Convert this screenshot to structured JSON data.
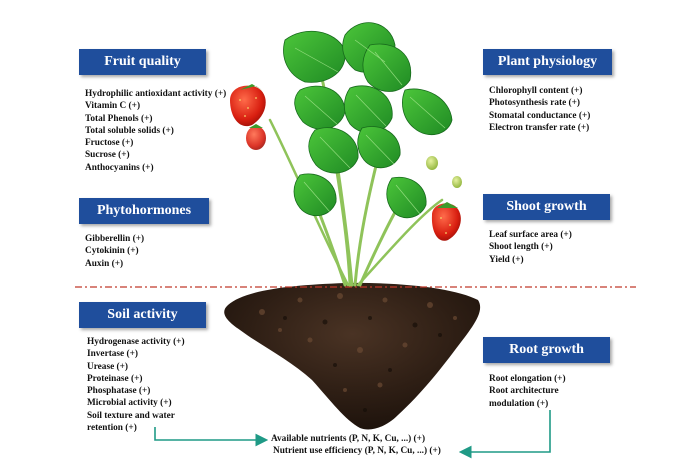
{
  "colors": {
    "box": "#1f4e9c",
    "arrow": "#1f9a86",
    "divider": "#c0392b"
  },
  "panels": {
    "fruit_quality": {
      "title": "Fruit quality",
      "items": [
        "Hydrophilic antioxidant activity (+)",
        "Vitamin C (+)",
        "Total Phenols (+)",
        "Total soluble solids (+)",
        "Fructose (+)",
        "Sucrose (+)",
        "Anthocyanins (+)"
      ]
    },
    "plant_physiology": {
      "title": "Plant physiology",
      "items": [
        "Chlorophyll content (+)",
        "Photosynthesis rate (+)",
        "Stomatal conductance (+)",
        "Electron transfer rate (+)"
      ]
    },
    "phytohormones": {
      "title": "Phytohormones",
      "items": [
        "Gibberellin (+)",
        "Cytokinin (+)",
        "Auxin (+)"
      ]
    },
    "shoot_growth": {
      "title": "Shoot growth",
      "items": [
        "Leaf surface area (+)",
        "Shoot length (+)",
        "Yield (+)"
      ]
    },
    "soil_activity": {
      "title": "Soil activity",
      "items": [
        "Hydrogenase activity (+)",
        "Invertase (+)",
        "Urease (+)",
        "Proteinase (+)",
        "Phosphatase (+)",
        "Microbial activity (+)",
        "Soil texture and water",
        "retention (+)"
      ]
    },
    "root_growth": {
      "title": "Root growth",
      "items": [
        "Root elongation (+)",
        "Root architecture",
        "modulation (+)"
      ]
    }
  },
  "bottom": {
    "available_nutrients": "Available nutrients (P, N, K, Cu, ...) (+)",
    "nutrient_use_efficiency": "Nutrient use efficiency (P, N, K, Cu, ...) (+)"
  }
}
